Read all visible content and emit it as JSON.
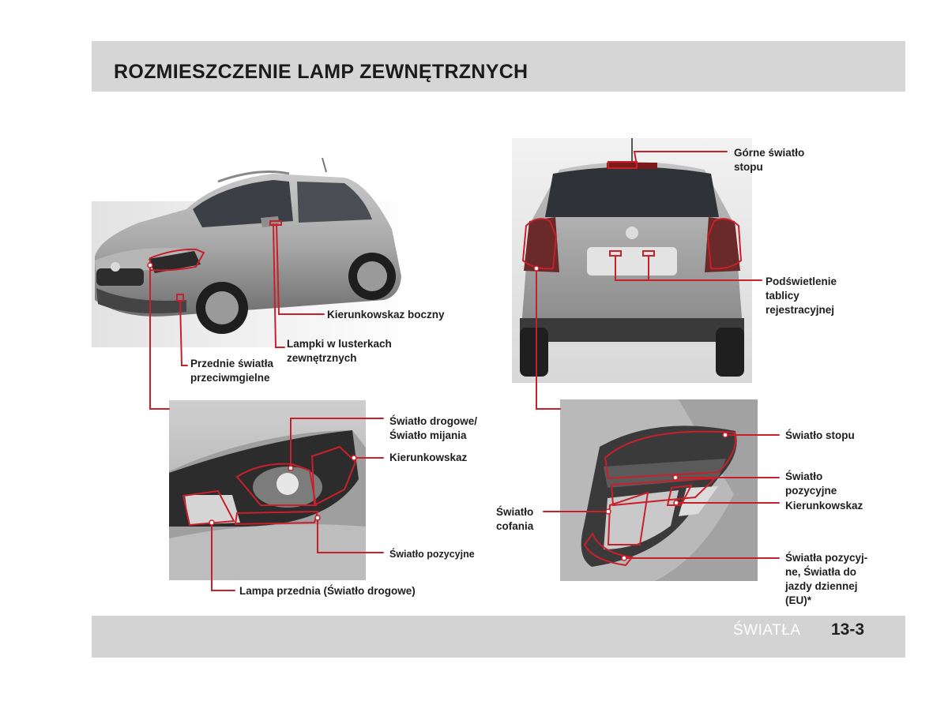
{
  "header": {
    "title": "ROZMIESZCZENIE LAMP ZEWNĘTRZNYCH"
  },
  "footer": {
    "section": "ŚWIATŁA",
    "page_number": "13-3"
  },
  "labels": {
    "side_turn_signal": "Kierunkowskaz boczny",
    "mirror_lamps_1": "Lampki w lusterkach",
    "mirror_lamps_2": "zewnętrznych",
    "fog_lamps_1": "Przednie światła",
    "fog_lamps_2": "przeciwmgielne",
    "high_stop_1": "Górne światło",
    "high_stop_2": "stopu",
    "plate_1": "Podświetlenie",
    "plate_2": "tablicy",
    "plate_3": "rejestracyjnej",
    "beam_1": "Światło drogowe/",
    "beam_2": "Światło mijania",
    "front_turn": "Kierunkowskaz",
    "front_position": "Światło pozycyjne",
    "headlamp": "Lampa przednia (Światło drogowe)",
    "stop": "Światło stopu",
    "rear_position_1": "Światło",
    "rear_position_2": "pozycyjne",
    "rear_turn": "Kierunkowskaz",
    "reverse_1": "Światło",
    "reverse_2": "cofania",
    "drl_1": "Światła pozycyj-",
    "drl_2": "ne, Światła do",
    "drl_3": "jazdy dziennej",
    "drl_4": "(EU)*"
  },
  "images": {
    "front_car": "car-front-three-quarter-photo",
    "rear_car": "car-rear-photo",
    "headlamp_detail": "headlamp-closeup-photo",
    "taillamp_detail": "taillamp-closeup-photo"
  },
  "colors": {
    "callout": "#c8202a",
    "header_band": "#d6d6d6",
    "footer_band": "#d3d3d3"
  }
}
